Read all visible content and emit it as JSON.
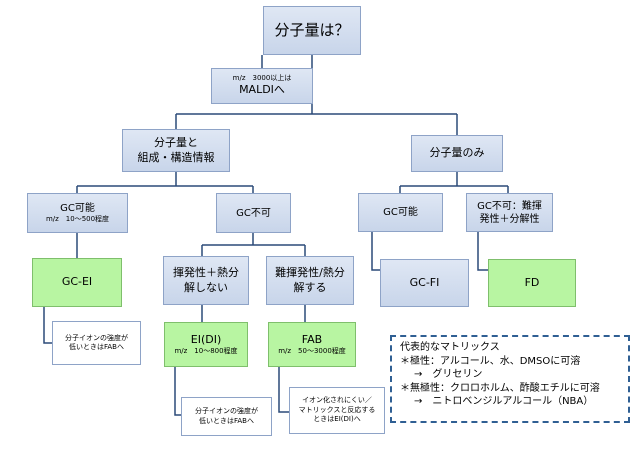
{
  "root": "分子量は？",
  "maldi": {
    "note": "m/z　3000以上は",
    "label": "MALDIへ"
  },
  "left_branch": {
    "line1": "分子量と",
    "line2": "組成・構造情報"
  },
  "right_branch": "分子量のみ",
  "gc_ok_left": {
    "label": "GC可能",
    "note": "m/z　10～500程度"
  },
  "gc_ng_left": "GC不可",
  "gc_ok_right": "GC可能",
  "gc_ng_right": {
    "line1": "GC不可：難揮",
    "line2": "発性＋分解性"
  },
  "volatile": {
    "line1": "揮発性＋熱分",
    "line2": "解しない"
  },
  "nonvolatile": {
    "line1": "難揮発性/熱分",
    "line2": "解する"
  },
  "gc_ei": "GC-EI",
  "ei_di": {
    "label": "EI(DI)",
    "note": "m/z　10～800程度"
  },
  "fab": {
    "label": "FAB",
    "note": "m/z　50～3000程度"
  },
  "gc_fi": "GC-FI",
  "fd": "FD",
  "note_gcei": {
    "line1": "分子イオンの強度が",
    "line2": "低いときはFABへ"
  },
  "note_eidi": {
    "line1": "分子イオンの強度が",
    "line2": "低いときはFABへ"
  },
  "note_fab": {
    "line1": "イオン化されにくい／",
    "line2": "マトリックスと反応する",
    "line3": "ときはEI(DI)へ"
  },
  "legend": {
    "title": "代表的なマトリックス",
    "line1": "＊極性：アルコール、水、DMSOに可溶",
    "line2": "→　グリセリン",
    "line3": "＊無極性：クロロホルム、酢酸エチルに可溶",
    "line4": "→　ニトロベンジルアルコール（NBA）"
  },
  "colors": {
    "blue_box": "#c8d5ea",
    "green_box": "#b8f5a2",
    "connector": "#2b4a78",
    "legend_border": "#2f5f93"
  }
}
